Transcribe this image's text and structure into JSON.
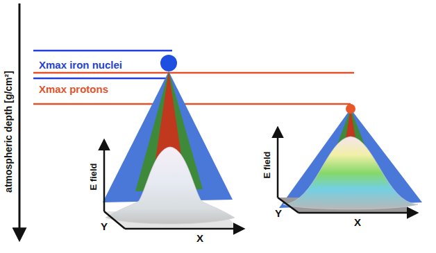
{
  "diagram": {
    "labels": [
      "atmospheric depth [g/cm²]",
      "Xmax iron nuclei",
      "Xmax protons",
      "E field",
      "Y",
      "X",
      "E field",
      "Y",
      "X"
    ]
  }
}
